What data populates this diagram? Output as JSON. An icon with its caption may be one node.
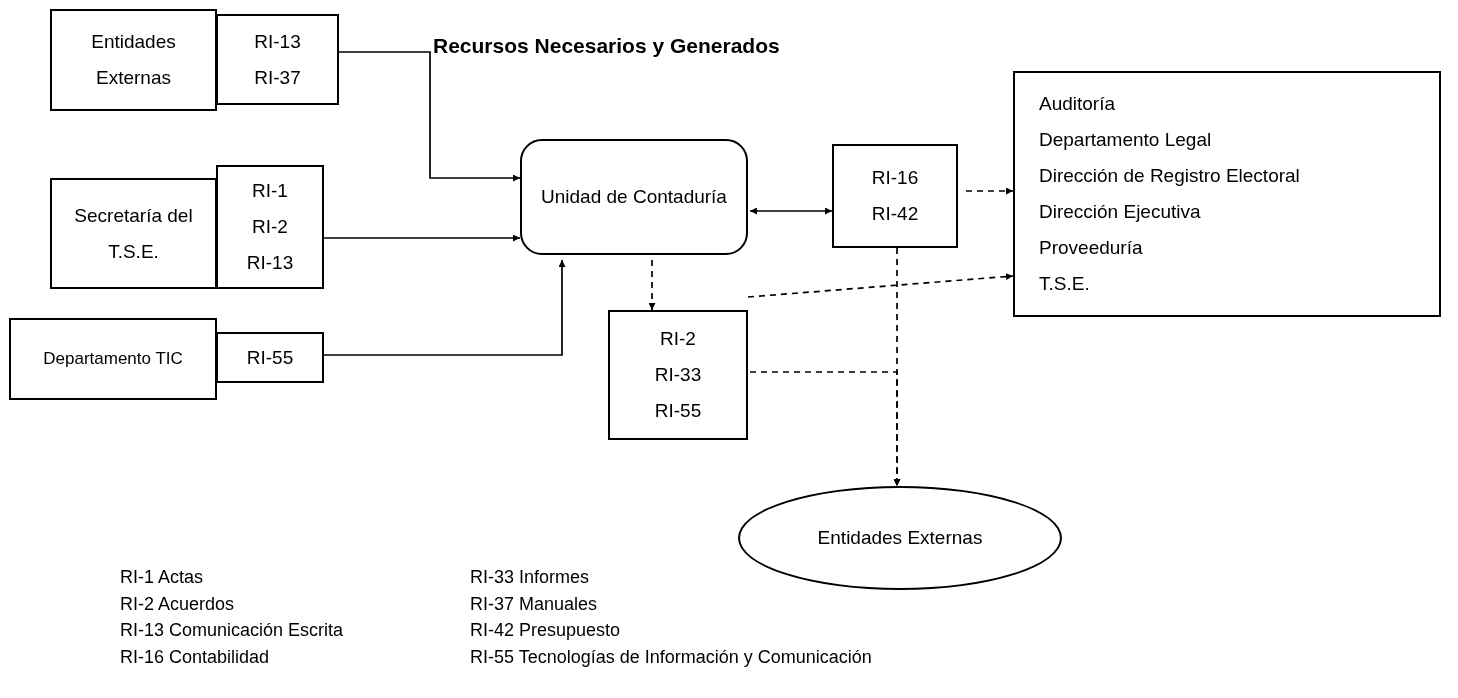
{
  "diagram": {
    "title": "Recursos Necesarios y Generados",
    "nodes": [
      {
        "text": [
          "Entidades Externas"
        ]
      },
      {
        "text": [
          "RI-13",
          "RI-37"
        ]
      },
      {
        "text": [
          "Secretaría del T.S.E."
        ]
      },
      {
        "text": [
          "RI-1",
          "RI-2",
          "RI-13"
        ]
      },
      {
        "text": [
          "Departamento TIC"
        ]
      },
      {
        "text": [
          "RI-55"
        ]
      },
      {
        "text": [
          "Unidad de Contaduría"
        ]
      },
      {
        "text": [
          "RI-16",
          "RI-42"
        ]
      },
      {
        "text": [
          "RI-2",
          "RI-33",
          "RI-55"
        ]
      },
      {
        "text": [
          "Auditoría",
          "Departamento Legal",
          "Dirección de Registro Electoral",
          "Dirección Ejecutiva",
          "Proveeduría",
          "T.S.E."
        ]
      },
      {
        "text": [
          "Entidades Externas"
        ]
      }
    ],
    "edges": [
      {
        "from": 1,
        "to": 6,
        "arrow": "to"
      },
      {
        "from": 3,
        "to": 6,
        "arrow": "to"
      },
      {
        "from": 5,
        "to": 6,
        "arrow": "to"
      },
      {
        "from": 6,
        "to": 7,
        "arrow": "both"
      },
      {
        "from": 7,
        "to": 9,
        "arrow": "to",
        "style": "dashed"
      },
      {
        "from": 6,
        "to": 8,
        "arrow": "to",
        "style": "dashed"
      },
      {
        "from": 8,
        "to": 9,
        "arrow": "to",
        "style": "dashed"
      },
      {
        "from": 7,
        "to": 10,
        "arrow": "to",
        "style": "dashed"
      },
      {
        "from": 8,
        "to": 10,
        "arrow": "to",
        "style": "dashed"
      }
    ],
    "labels": [
      "RI-1 Actas",
      "RI-33 Informes",
      "RI-2 Acuerdos",
      "RI-37 Manuales",
      "RI-13 Comunicación Escrita",
      "RI-42 Presupuesto",
      "RI-16 Contabilidad",
      "RI-55 Tecnologías de Información y Comunicación"
    ]
  }
}
